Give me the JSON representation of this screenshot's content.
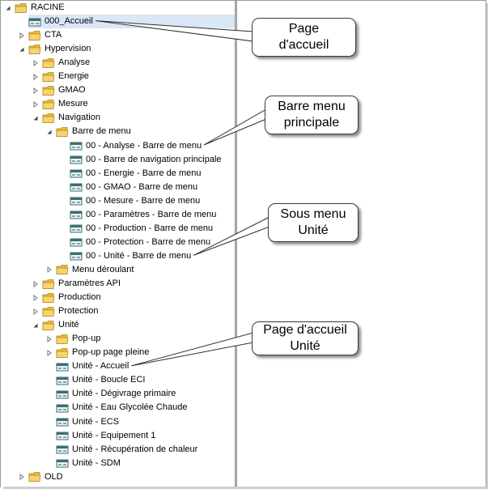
{
  "colors": {
    "folder": "#e8b83c",
    "selection": "#d9e7f6",
    "page_icon": "#3d6e73"
  },
  "tree": [
    {
      "label": "RACINE",
      "level": 0,
      "type": "folder",
      "expander": "expanded"
    },
    {
      "label": "000_Accueil",
      "level": 1,
      "type": "page",
      "expander": "none",
      "selected": true
    },
    {
      "label": "CTA",
      "level": 1,
      "type": "folder",
      "expander": "collapsed"
    },
    {
      "label": "Hypervision",
      "level": 1,
      "type": "folder",
      "expander": "expanded"
    },
    {
      "label": "Analyse",
      "level": 2,
      "type": "folder",
      "expander": "collapsed"
    },
    {
      "label": "Energie",
      "level": 2,
      "type": "folder",
      "expander": "collapsed"
    },
    {
      "label": "GMAO",
      "level": 2,
      "type": "folder",
      "expander": "collapsed"
    },
    {
      "label": "Mesure",
      "level": 2,
      "type": "folder",
      "expander": "collapsed"
    },
    {
      "label": "Navigation",
      "level": 2,
      "type": "folder",
      "expander": "expanded"
    },
    {
      "label": "Barre de menu",
      "level": 3,
      "type": "folder",
      "expander": "expanded"
    },
    {
      "label": "00 - Analyse - Barre de menu",
      "level": 4,
      "type": "page",
      "expander": "none"
    },
    {
      "label": "00 - Barre de navigation principale",
      "level": 4,
      "type": "page",
      "expander": "none"
    },
    {
      "label": "00 - Energie - Barre de menu",
      "level": 4,
      "type": "page",
      "expander": "none"
    },
    {
      "label": "00 - GMAO - Barre de menu",
      "level": 4,
      "type": "page",
      "expander": "none"
    },
    {
      "label": "00 - Mesure - Barre de menu",
      "level": 4,
      "type": "page",
      "expander": "none"
    },
    {
      "label": "00 - Paramètres - Barre de menu",
      "level": 4,
      "type": "page",
      "expander": "none"
    },
    {
      "label": "00 - Production - Barre de menu",
      "level": 4,
      "type": "page",
      "expander": "none"
    },
    {
      "label": "00 - Protection - Barre de menu",
      "level": 4,
      "type": "page",
      "expander": "none"
    },
    {
      "label": "00 - Unité - Barre de menu",
      "level": 4,
      "type": "page",
      "expander": "none"
    },
    {
      "label": "Menu déroulant",
      "level": 3,
      "type": "folder",
      "expander": "collapsed"
    },
    {
      "label": "Paramètres API",
      "level": 2,
      "type": "folder",
      "expander": "collapsed"
    },
    {
      "label": "Production",
      "level": 2,
      "type": "folder",
      "expander": "collapsed"
    },
    {
      "label": "Protection",
      "level": 2,
      "type": "folder",
      "expander": "collapsed"
    },
    {
      "label": "Unité",
      "level": 2,
      "type": "folder",
      "expander": "expanded"
    },
    {
      "label": "Pop-up",
      "level": 3,
      "type": "folder",
      "expander": "collapsed"
    },
    {
      "label": "Pop-up page pleine",
      "level": 3,
      "type": "folder",
      "expander": "collapsed"
    },
    {
      "label": "Unité - Accueil",
      "level": 3,
      "type": "page",
      "expander": "none"
    },
    {
      "label": "Unité - Boucle ECI",
      "level": 3,
      "type": "page",
      "expander": "none"
    },
    {
      "label": "Unité - Dégivrage primaire",
      "level": 3,
      "type": "page",
      "expander": "none"
    },
    {
      "label": "Unité - Eau Glycolée Chaude",
      "level": 3,
      "type": "page",
      "expander": "none"
    },
    {
      "label": "Unité - ECS",
      "level": 3,
      "type": "page",
      "expander": "none"
    },
    {
      "label": "Unité - Equipement 1",
      "level": 3,
      "type": "page",
      "expander": "none"
    },
    {
      "label": "Unité - Récupération de chaleur",
      "level": 3,
      "type": "page",
      "expander": "none"
    },
    {
      "label": "Unité - SDM",
      "level": 3,
      "type": "page",
      "expander": "none"
    },
    {
      "label": "OLD",
      "level": 1,
      "type": "folder",
      "expander": "collapsed"
    }
  ],
  "callouts": [
    {
      "name": "callout-page-accueil",
      "lines": [
        "Page",
        "d'accueil"
      ],
      "target_index": 1
    },
    {
      "name": "callout-barre-menu-principale",
      "lines": [
        "Barre menu",
        "principale"
      ],
      "target_index": 10
    },
    {
      "name": "callout-sous-menu-unite",
      "lines": [
        "Sous menu",
        "Unité"
      ],
      "target_index": 18
    },
    {
      "name": "callout-page-accueil-unite",
      "lines": [
        "Page d'accueil",
        "Unité"
      ],
      "target_index": 26
    }
  ]
}
